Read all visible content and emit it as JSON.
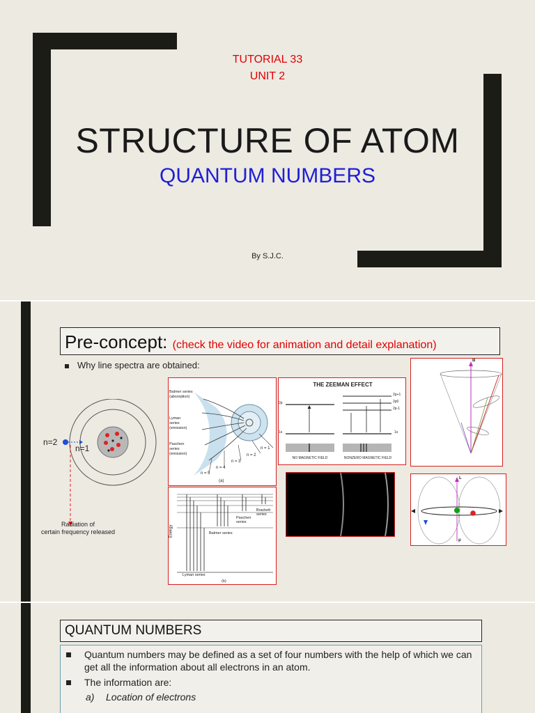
{
  "slide1": {
    "tutorial": "TUTORIAL 33",
    "unit": "UNIT 2",
    "title": "STRUCTURE OF ATOM",
    "subtitle": "QUANTUM NUMBERS",
    "byline": "By S.J.C."
  },
  "slide2": {
    "heading": "Pre-concept:",
    "heading_note": "(check the video for animation and detail explanation)",
    "bullet": "Why line spectra are obtained:",
    "atom": {
      "n2_label": "n=2",
      "n1_label": "n=1",
      "caption_line1": "Radiation of",
      "caption_line2": "certain frequency released"
    },
    "series_figure": {
      "balmer": "Balmer series (absorption)",
      "lyman": "Lyman series (emission)",
      "paschen": "Paschen series (emission)",
      "n1": "n = 1",
      "n2": "n = 2",
      "n3": "n = 3",
      "n4": "n = 4",
      "n5": "n = 5",
      "part_a": "(a)"
    },
    "energy_figure": {
      "y_label": "Energy",
      "brackett": "Brackett series",
      "paschen": "Paschen series",
      "balmer": "Balmer series",
      "lyman": "Lyman series",
      "part_b": "(b)"
    },
    "zeeman": {
      "title": "THE ZEEMAN EFFECT",
      "left_caption": "NO MAGNETIC FIELD",
      "right_caption": "NONZERO MAGNETIC FIELD",
      "level_2p": "2p",
      "level_1s": "1s",
      "level_2p_plus": "2p+1",
      "level_2p0": "2p0",
      "level_2p_minus": "2p-1",
      "level_1s_right": "1s"
    },
    "cone": {
      "b_label": "B"
    },
    "orbit": {
      "l_label": "L",
      "mu_label": "μ"
    }
  },
  "slide3": {
    "heading": "QUANTUM NUMBERS",
    "bullet1": "Quantum numbers may be defined as a set of four numbers with the help of which we can get all the information about all electrons in an atom.",
    "bullet2": "The information are:",
    "sub_a_label": "a)",
    "sub_a": "Location of electrons"
  },
  "colors": {
    "slide_bg": "#edeae2",
    "frame_dark": "#1c1c16",
    "accent_red": "#e00000",
    "accent_blue": "#1f1fd6",
    "figure_border": "#d42020"
  }
}
